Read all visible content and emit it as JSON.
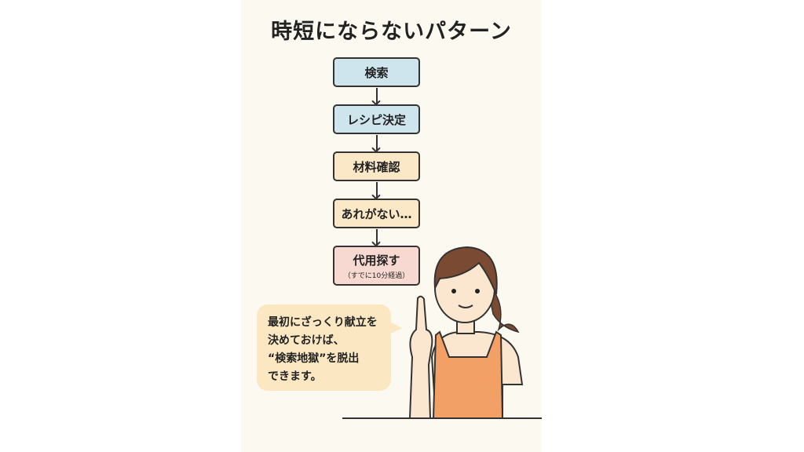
{
  "title": "時短にならないパターン",
  "steps": [
    {
      "label": "検索"
    },
    {
      "label": "レシピ決定"
    },
    {
      "label": "材料確認"
    },
    {
      "label": "あれがない…"
    },
    {
      "label": "代用探す",
      "note": "（すでに10分経過）"
    }
  ],
  "bubble": {
    "lines": [
      "最初にざっくり献立を",
      "決めておけば、",
      "“検索地獄”を脱出",
      "できます。"
    ]
  },
  "colors": {
    "blue": "#cfe5ee",
    "yellow": "#fbe8c6",
    "pink": "#f8d9d2",
    "apron": "#f2a066",
    "hair": "#7a4a32"
  }
}
